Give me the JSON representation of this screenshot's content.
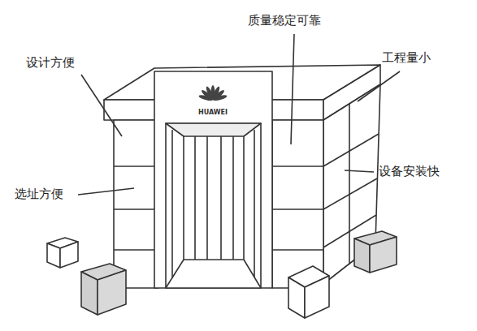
{
  "diagram": {
    "labels": [
      "质量稳定可靠",
      "设计方便",
      "工程量小",
      "选址方便",
      "设备安装快",
      "HUAWEI"
    ]
  }
}
